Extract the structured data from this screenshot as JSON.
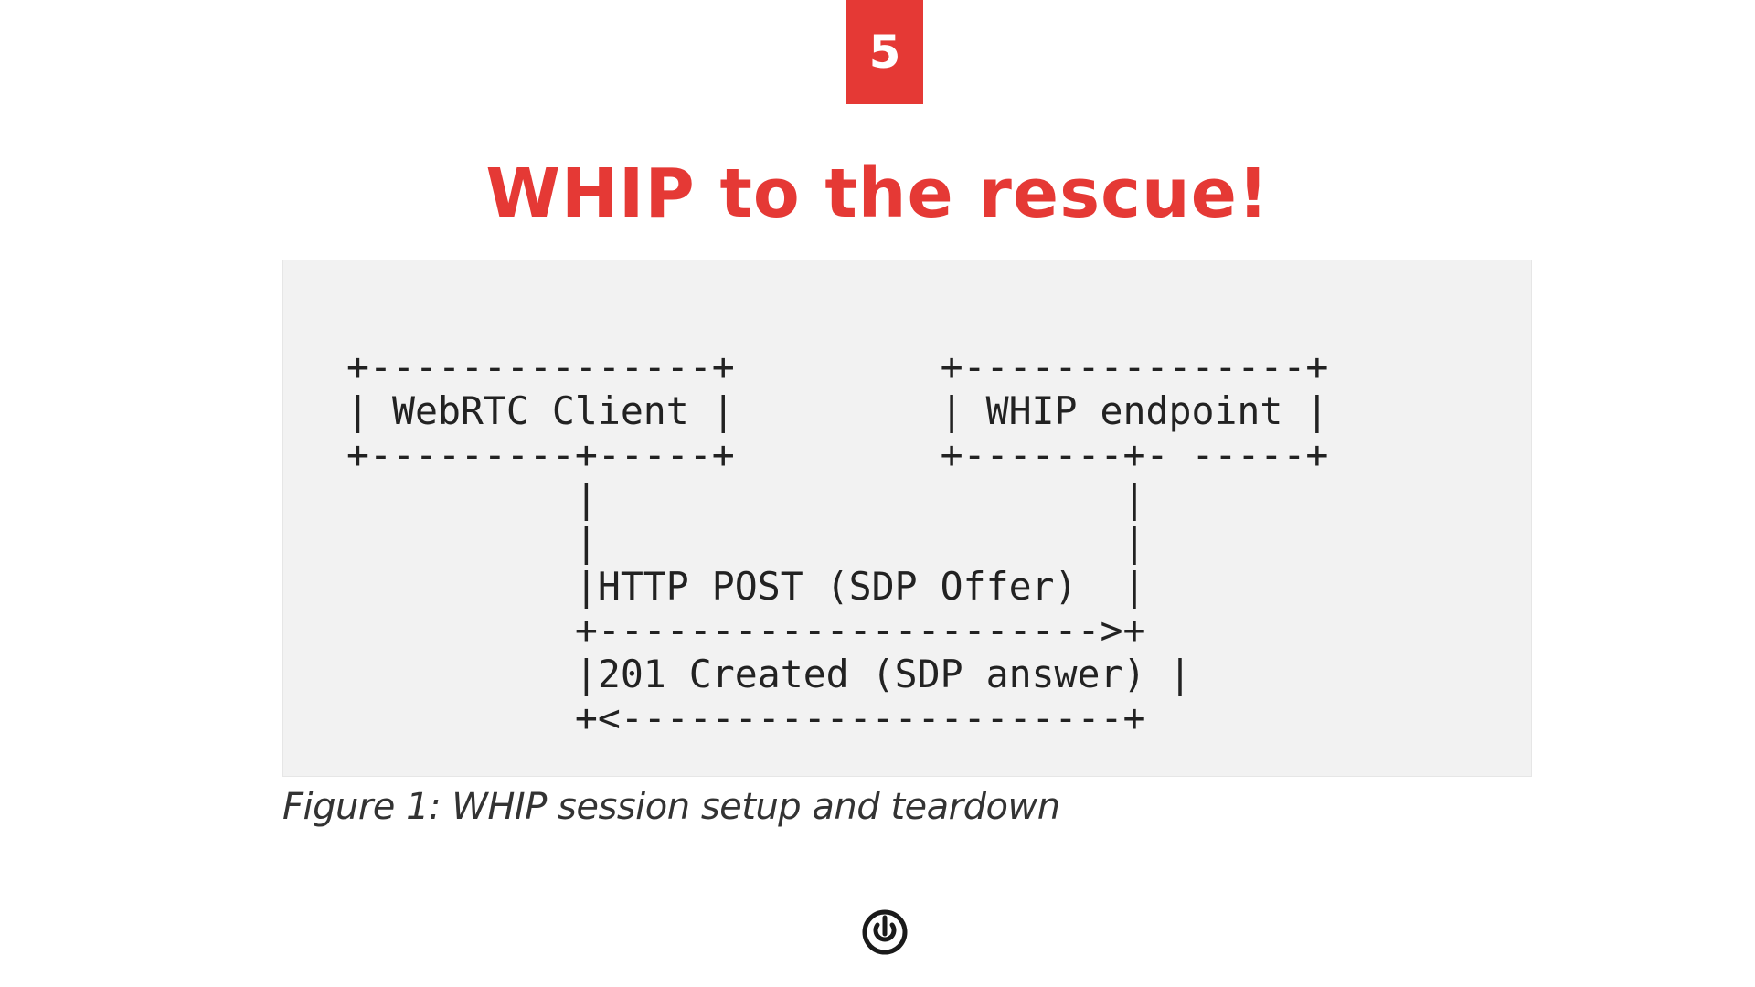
{
  "slide": {
    "number": "5",
    "title": "WHIP to the rescue!"
  },
  "figure": {
    "lines": [
      "+---------------+         +---------------+",
      "| WebRTC Client |         | WHIP endpoint |",
      "+---------+-----+         +-------+- -----+",
      "          |                       |",
      "          |                       |",
      "          |HTTP POST (SDP Offer)  |",
      "          +---------------------->+",
      "          |201 Created (SDP answer) |",
      "          +<----------------------+"
    ],
    "caption": "Figure 1: WHIP session setup and teardown"
  },
  "logo": {
    "icon": "power-circle-logo-icon"
  },
  "colors": {
    "accent": "#e53935",
    "figure_background": "#f2f2f2",
    "text": "#222222"
  }
}
